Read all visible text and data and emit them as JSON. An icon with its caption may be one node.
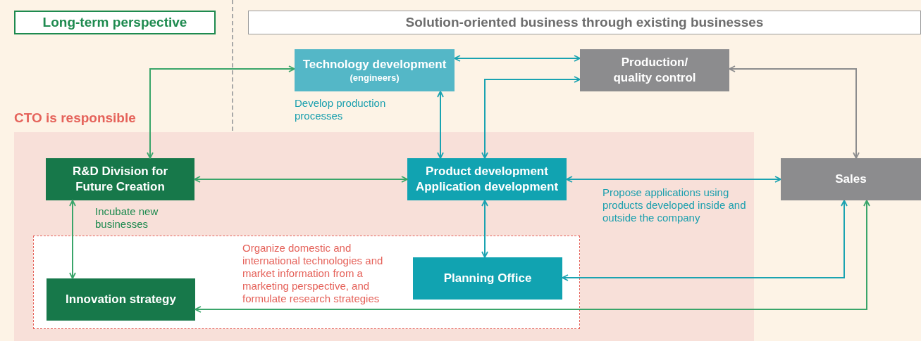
{
  "diagram": {
    "nodes": [
      {
        "text": [
          "Long-term perspective"
        ]
      },
      {
        "text": [
          "Solution-oriented business through existing businesses"
        ]
      },
      {
        "text": [
          "CTO is responsible"
        ]
      },
      {
        "text": [
          "Organize domestic and international technologies and market information from a marketing perspective, and formulate research strategies"
        ],
        "in": 2
      },
      {
        "text": [
          "Technology development",
          "(engineers)"
        ],
        "beside": [
          "Develop production processes"
        ]
      },
      {
        "text": [
          "Production/ quality control"
        ]
      },
      {
        "text": [
          "R&D Division for Future Creation"
        ],
        "in": 2,
        "beside": [
          "Incubate new businesses"
        ]
      },
      {
        "text": [
          "Product development",
          "Application development"
        ],
        "in": 2
      },
      {
        "text": [
          "Sales"
        ]
      },
      {
        "text": [
          "Innovation strategy"
        ],
        "in": 3
      },
      {
        "text": [
          "Planning Office"
        ],
        "in": 3
      }
    ],
    "edges": [
      {
        "from": 6,
        "to": 4,
        "arrow": "both",
        "color": "#3aa56a"
      },
      {
        "from": 4,
        "to": 5,
        "arrow": "both"
      },
      {
        "from": 4,
        "to": 7,
        "arrow": "both"
      },
      {
        "from": 5,
        "to": 7,
        "arrow": "both"
      },
      {
        "from": 5,
        "to": 8,
        "arrow": "both",
        "color": "#8c8c8e"
      },
      {
        "from": 6,
        "to": 7,
        "arrow": "both",
        "color": "#3aa56a"
      },
      {
        "from": 7,
        "to": 8,
        "arrow": "both"
      },
      {
        "from": 7,
        "to": 10,
        "arrow": "both"
      },
      {
        "from": 6,
        "to": 9,
        "arrow": "both",
        "color": "#3aa56a"
      },
      {
        "from": 10,
        "to": 8,
        "arrow": "both"
      },
      {
        "from": 9,
        "to": 8,
        "arrow": "both",
        "color": "#3aa56a"
      }
    ],
    "labels": [
      "Propose applications using products developed inside and outside the company"
    ]
  }
}
